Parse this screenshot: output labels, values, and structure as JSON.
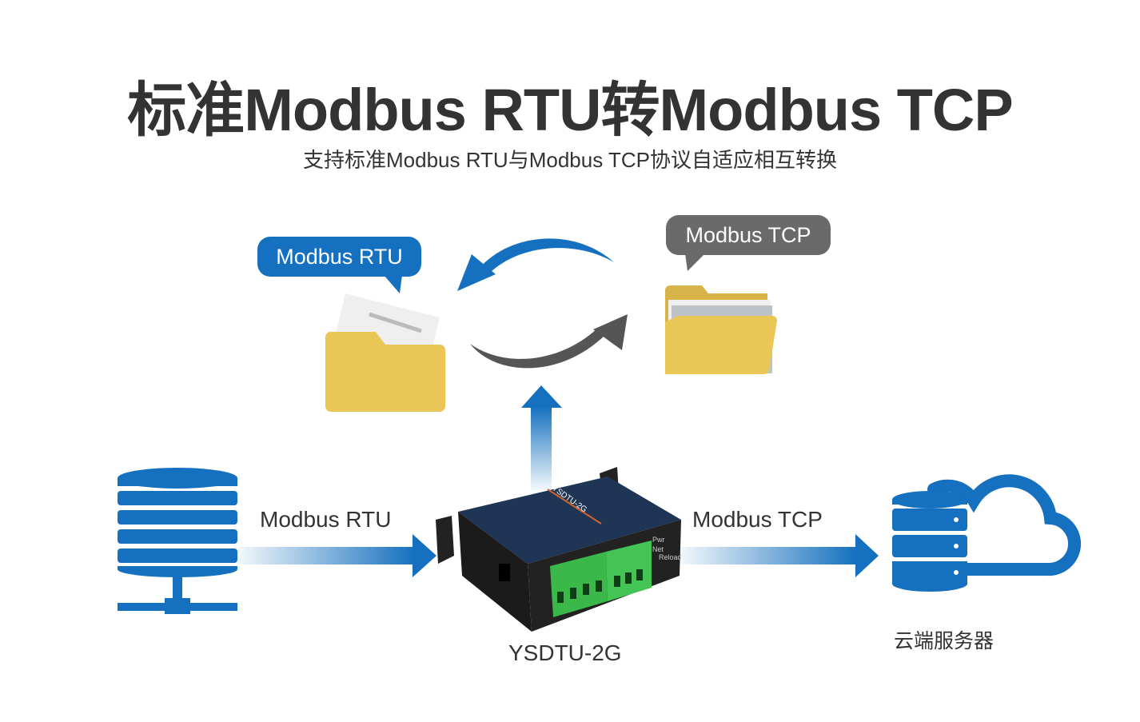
{
  "title": "标准Modbus RTU转Modbus TCP",
  "subtitle": "支持标准Modbus RTU与Modbus TCP协议自适应相互转换",
  "bubbles": {
    "rtu": "Modbus RTU",
    "tcp": "Modbus TCP"
  },
  "flow": {
    "left_label": "Modbus RTU",
    "right_label": "Modbus TCP"
  },
  "device": {
    "name": "YSDTU-2G",
    "picture_text": [
      "YSDTU-2G",
      "Pwr",
      "Net",
      "Reload"
    ]
  },
  "server_label": "云端服务器",
  "colors": {
    "blue": "#1570bf",
    "gray": "#6a6a6a",
    "folder": "#e9c656",
    "text": "#333333"
  }
}
